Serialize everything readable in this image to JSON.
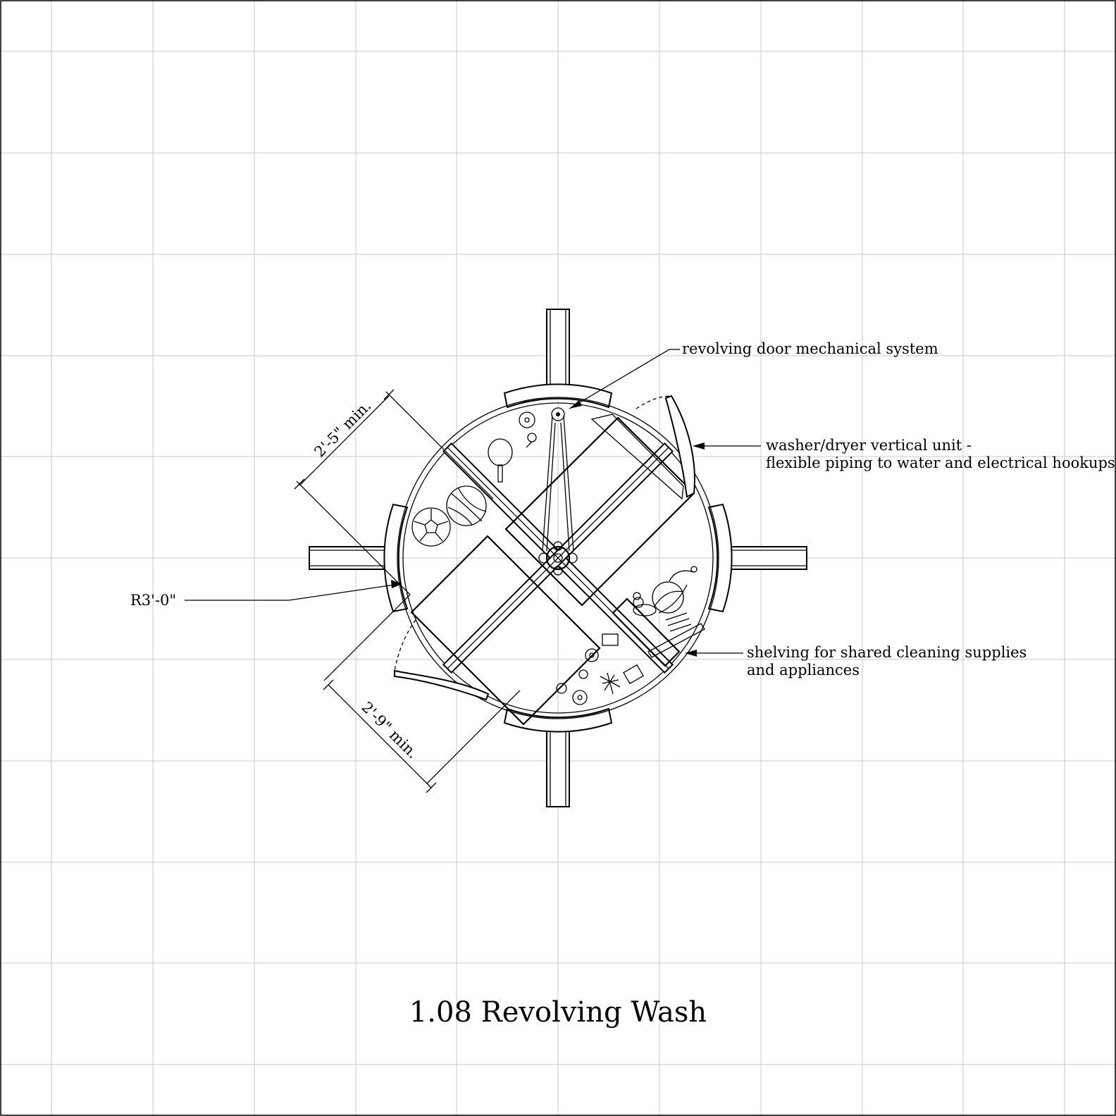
{
  "title": "1.08 Revolving Wash",
  "annotations": {
    "mechanical": "revolving door mechanical system",
    "washer_line1": "washer/dryer vertical unit -",
    "washer_line2": "flexible piping to water and electrical hookups",
    "shelving_line1": "shelving for shared cleaning supplies",
    "shelving_line2": "and appliances",
    "radius": "R3'-0\""
  },
  "dimensions": {
    "upper": "2'-5\" min.",
    "lower": "2'-9\" min."
  },
  "colors": {
    "ink": "#000000",
    "grid": "#c9c9c9",
    "paper": "#ffffff"
  }
}
